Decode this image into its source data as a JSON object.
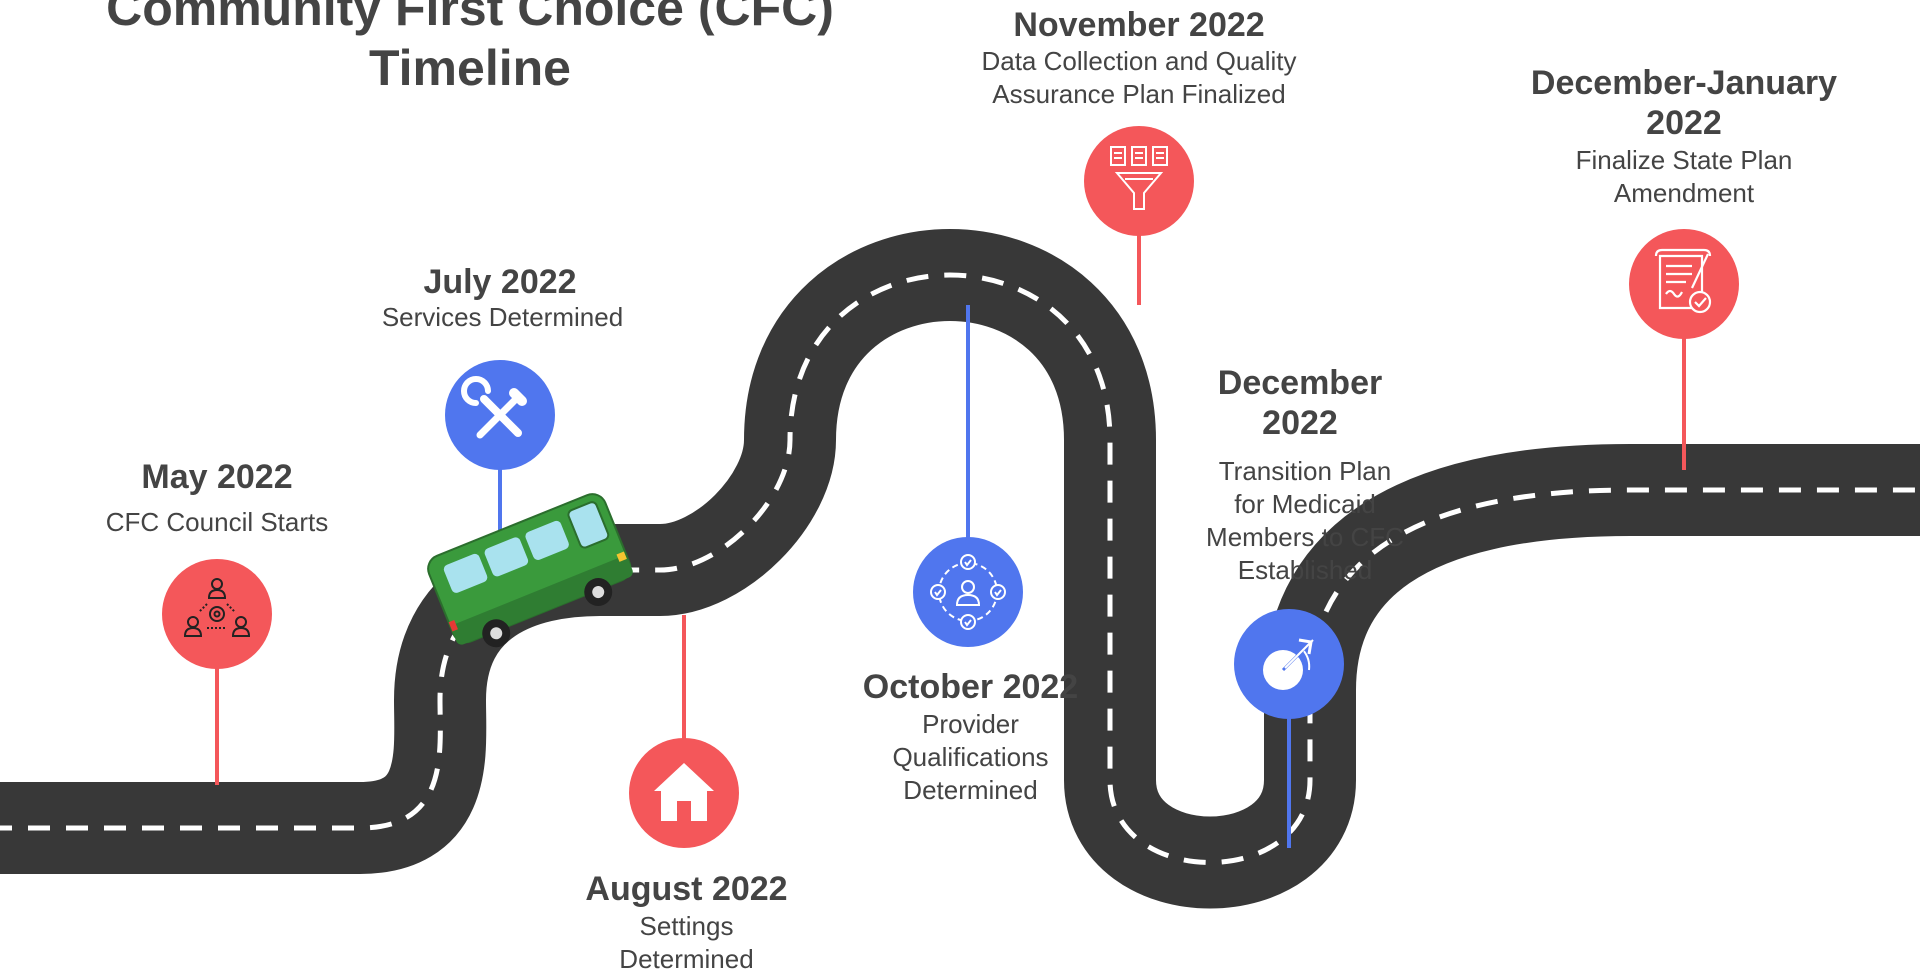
{
  "title": {
    "line1": "Community First Choice (CFC)",
    "line2": "Timeline"
  },
  "colors": {
    "road": "#383838",
    "dash": "#ffffff",
    "red": "#f4575a",
    "blue": "#5076ee",
    "text": "#444444",
    "bus": "#3a9a3c"
  },
  "milestones": [
    {
      "title": "May 2022",
      "description": "CFC Council Starts",
      "icon": "team-gear-icon",
      "color": "red"
    },
    {
      "title": "July 2022",
      "description": "Services Determined",
      "icon": "wrench-screwdriver-icon",
      "color": "blue"
    },
    {
      "title": "August 2022",
      "description_lines": [
        "Settings",
        "Determined"
      ],
      "icon": "home-icon",
      "color": "red"
    },
    {
      "title": "October 2022",
      "description_lines": [
        "Provider",
        "Qualifications",
        "Determined"
      ],
      "icon": "network-user-icon",
      "color": "blue"
    },
    {
      "title": "November 2022",
      "description_lines": [
        "Data Collection and Quality",
        "Assurance Plan Finalized"
      ],
      "icon": "funnel-data-icon",
      "color": "red"
    },
    {
      "title_lines": [
        "December",
        "2022"
      ],
      "description_lines": [
        "Transition Plan",
        "for Medicaid",
        "Members to CFC",
        "Established"
      ],
      "icon": "transition-arrow-icon",
      "color": "blue"
    },
    {
      "title_lines": [
        "December-January",
        "2022"
      ],
      "description_lines": [
        "Finalize State Plan",
        "Amendment"
      ],
      "icon": "signed-document-icon",
      "color": "red"
    }
  ]
}
